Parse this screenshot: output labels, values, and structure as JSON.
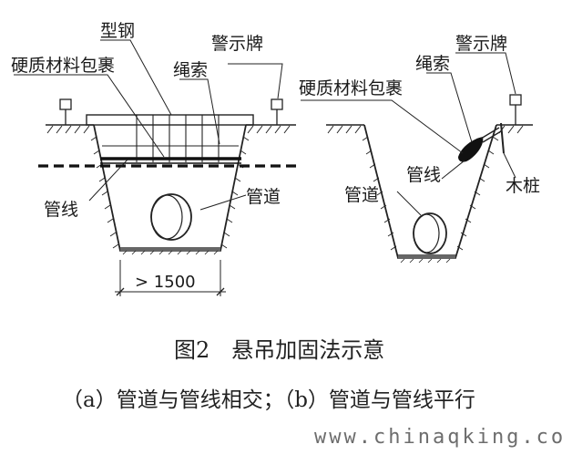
{
  "diagram_a": {
    "labels": {
      "steel": "型钢",
      "warning_sign": "警示牌",
      "hard_wrap": "硬质材料包裹",
      "rope": "绳索",
      "cable": "管线",
      "pipe": "管道"
    },
    "dimension": "> 1500"
  },
  "diagram_b": {
    "labels": {
      "warning_sign": "警示牌",
      "rope": "绳索",
      "hard_wrap": "硬质材料包裹",
      "cable": "管线",
      "pipe": "管道",
      "stake": "木桩"
    }
  },
  "caption": {
    "title": "图2　悬吊加固法示意",
    "subtitle": "（a）管道与管线相交；（b）管道与管线平行"
  },
  "watermark": "www.chinaqking.com"
}
